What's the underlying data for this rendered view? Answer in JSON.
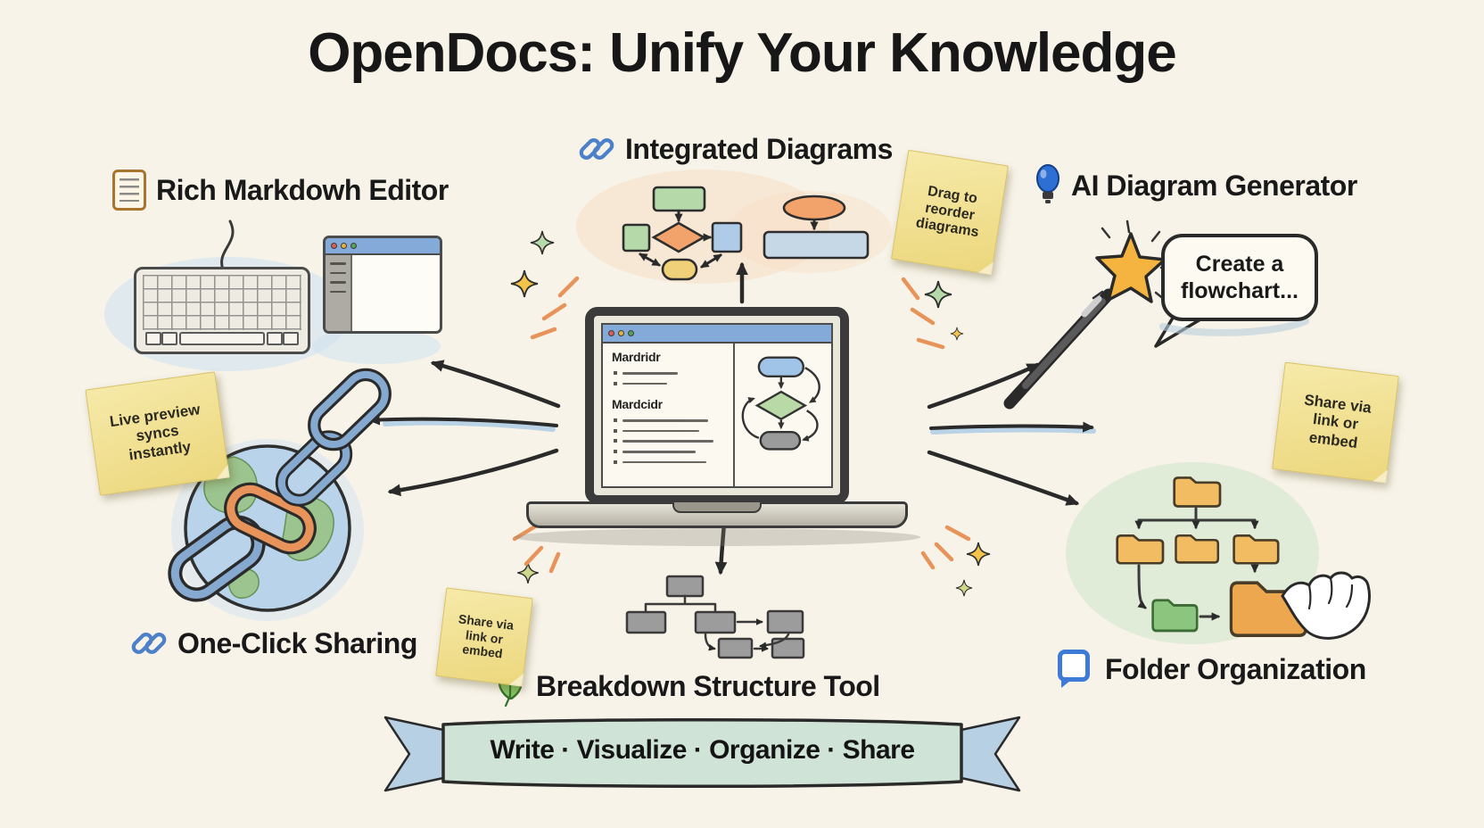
{
  "title": "OpenDocs: Unify Your Knowledge",
  "features": {
    "markdown_editor": {
      "label": "Rich Markdowh Editor"
    },
    "integrated_diagrams": {
      "label": "Integrated Diagrams"
    },
    "ai_generator": {
      "label": "AI Diagram Generator",
      "speech_bubble": "Create a\nflowchart..."
    },
    "one_click_sharing": {
      "label": "One-Click Sharing"
    },
    "breakdown_tool": {
      "label": "Breakdown Structure Tool"
    },
    "folder_organization": {
      "label": "Folder Organization"
    }
  },
  "sticky_notes": {
    "drag_reorder": "Drag to\nreorder\ndiagrams",
    "live_preview": "Live preview\nsyncs\ninstantly",
    "share_left": "Share via\nlink or\nembed",
    "share_right": "Share via\nlink or\nembed"
  },
  "laptop_screen": {
    "heading_1": "Mardridr",
    "heading_2": "Mardcidr"
  },
  "banner": {
    "text": "Write · Visualize · Organize · Share"
  },
  "icons": {
    "markdown_editor": "document-icon",
    "integrated_diagrams": "link-icon",
    "ai_generator": "lightbulb-icon",
    "one_click_sharing": "link-icon",
    "breakdown_tool": "leaf-icon",
    "folder_organization": "comment-square-icon",
    "ai_tool": "magic-wand-star"
  },
  "colors": {
    "background": "#f7f3e8",
    "ink": "#1b1b1b",
    "sticky_yellow": "#f1e196",
    "banner_mint": "#cfe3d6",
    "ribbon_blue": "#b7d0e4",
    "flow_green": "#b5d9a8",
    "flow_orange": "#f2a36b",
    "flow_blue": "#aecbe8",
    "flow_yellow": "#f0d078",
    "folder_orange": "#f2bc63",
    "folder_green": "#8cc57e",
    "accent_blue": "#4c80c8"
  }
}
